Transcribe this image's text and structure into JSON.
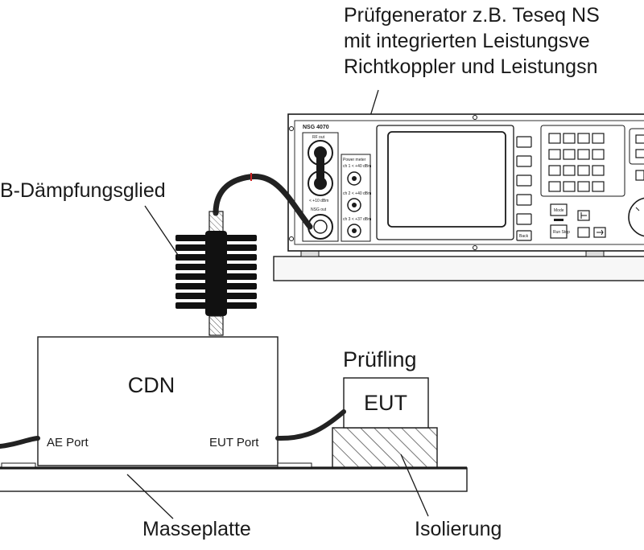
{
  "callouts": {
    "generator_line1": "Prüfgenerator z.B. Teseq NS",
    "generator_line2": "mit integrierten Leistungsve",
    "generator_line3": "Richtkoppler und Leistungsn",
    "attenuator": "B-Dämpfungsglied",
    "ground_plate": "Masseplatte",
    "insulation": "Isolierung",
    "dut": "Prüfling"
  },
  "boxes": {
    "cdn_title": "CDN",
    "ae_port": "AE Port",
    "eut_port": "EUT Port",
    "eut": "EUT"
  },
  "instrument": {
    "model": "NSG 4070",
    "rf_out": "RF out",
    "rf_out_spec": "< +10 dBm",
    "nsg_out": "NSG out",
    "power_meter": "Power meter",
    "pm_ch1": "ch 1 < +40 dBm",
    "pm_ch2": "ch 2 < +40 dBm",
    "pm_ch3": "ch 3 < +37 dBm",
    "mode_key": "Mode",
    "run_stop_key": "Run\nStop",
    "back_key": "Back"
  },
  "colors": {
    "line": "#1a1a1a",
    "cable": "#222222",
    "panel": "#f7f7f7",
    "attenuator_accent": "#cc2222"
  }
}
